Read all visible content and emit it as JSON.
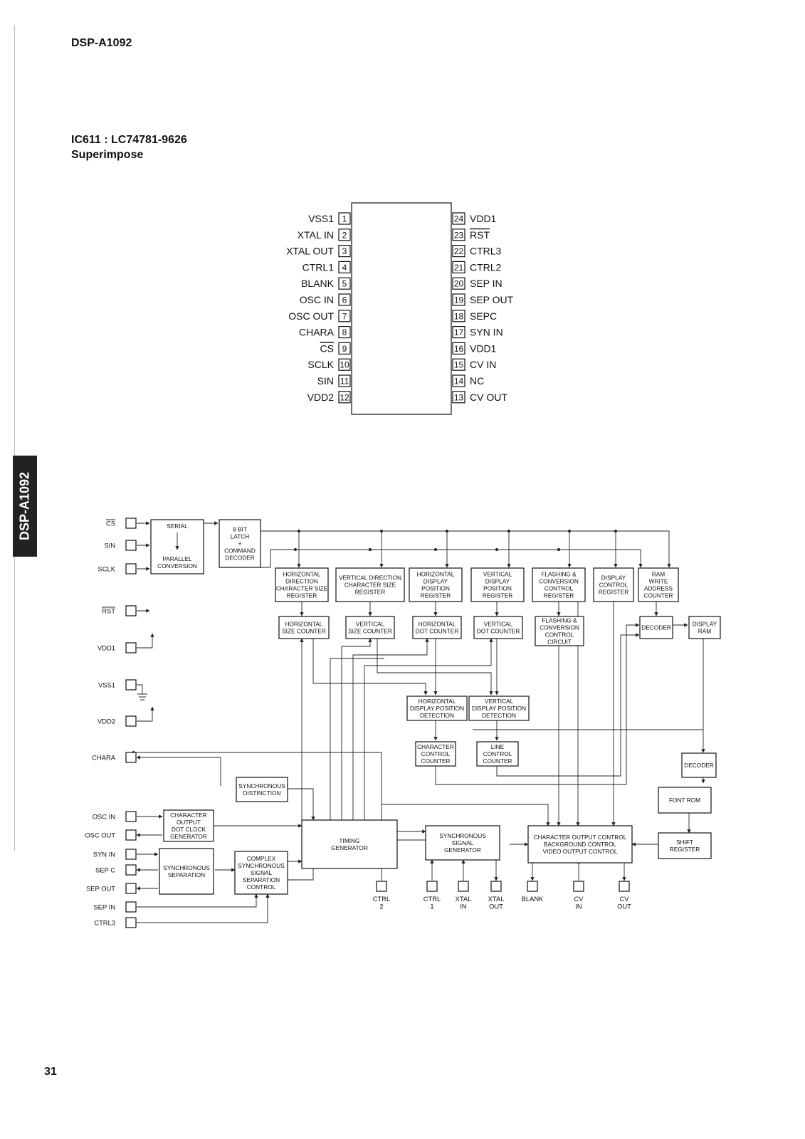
{
  "header": {
    "model": "DSP-A1092"
  },
  "ic": {
    "ref": "IC611 : LC74781-9626",
    "function": "Superimpose"
  },
  "side_tab": {
    "label": "DSP-A1092"
  },
  "page_number": "31",
  "pinout": {
    "left": [
      {
        "num": "1",
        "name": "VSS1"
      },
      {
        "num": "2",
        "name": "XTAL IN"
      },
      {
        "num": "3",
        "name": "XTAL OUT"
      },
      {
        "num": "4",
        "name": "CTRL1"
      },
      {
        "num": "5",
        "name": "BLANK"
      },
      {
        "num": "6",
        "name": "OSC IN"
      },
      {
        "num": "7",
        "name": "OSC OUT"
      },
      {
        "num": "8",
        "name": "CHARA"
      },
      {
        "num": "9",
        "name": "CS",
        "overline": true
      },
      {
        "num": "10",
        "name": "SCLK"
      },
      {
        "num": "11",
        "name": "SIN"
      },
      {
        "num": "12",
        "name": "VDD2"
      }
    ],
    "right": [
      {
        "num": "24",
        "name": "VDD1"
      },
      {
        "num": "23",
        "name": "RST",
        "overline": true
      },
      {
        "num": "22",
        "name": "CTRL3"
      },
      {
        "num": "21",
        "name": "CTRL2"
      },
      {
        "num": "20",
        "name": "SEP IN"
      },
      {
        "num": "19",
        "name": "SEP OUT"
      },
      {
        "num": "18",
        "name": "SEPC"
      },
      {
        "num": "17",
        "name": "SYN IN"
      },
      {
        "num": "16",
        "name": "VDD1"
      },
      {
        "num": "15",
        "name": "CV IN"
      },
      {
        "num": "14",
        "name": "NC"
      },
      {
        "num": "13",
        "name": "CV OUT"
      }
    ]
  },
  "block_diagram": {
    "pins_left": [
      {
        "id": "cs",
        "name": "CS",
        "overline": true
      },
      {
        "id": "sin",
        "name": "SIN"
      },
      {
        "id": "sclk",
        "name": "SCLK"
      },
      {
        "id": "rst",
        "name": "RST",
        "overline": true
      },
      {
        "id": "vdd1",
        "name": "VDD1"
      },
      {
        "id": "vss1",
        "name": "VSS1"
      },
      {
        "id": "vdd2",
        "name": "VDD2"
      },
      {
        "id": "chara",
        "name": "CHARA"
      },
      {
        "id": "oscin",
        "name": "OSC IN"
      },
      {
        "id": "oscout",
        "name": "OSC OUT"
      },
      {
        "id": "synin",
        "name": "SYN IN"
      },
      {
        "id": "sepc",
        "name": "SEP C"
      },
      {
        "id": "sepout",
        "name": "SEP OUT"
      },
      {
        "id": "sepin",
        "name": "SEP IN"
      },
      {
        "id": "ctrl3",
        "name": "CTRL3"
      }
    ],
    "pins_bottom": [
      {
        "id": "ctrl2",
        "lines": [
          "CTRL",
          "2"
        ]
      },
      {
        "id": "ctrl1",
        "lines": [
          "CTRL",
          "1"
        ]
      },
      {
        "id": "xtalin",
        "lines": [
          "XTAL",
          "IN"
        ]
      },
      {
        "id": "xtalout",
        "lines": [
          "XTAL",
          "OUT"
        ]
      },
      {
        "id": "blank",
        "lines": [
          "BLANK"
        ]
      },
      {
        "id": "cvin",
        "lines": [
          "CV",
          "IN"
        ]
      },
      {
        "id": "cvout",
        "lines": [
          "CV",
          "OUT"
        ]
      }
    ],
    "blocks": [
      {
        "id": "serial",
        "lines": [
          "SERIAL",
          "PARALLEL",
          "CONVERSION"
        ]
      },
      {
        "id": "latch",
        "lines": [
          "8 BIT",
          "LATCH",
          "+",
          "COMMAND",
          "DECODER"
        ]
      },
      {
        "id": "hdir",
        "lines": [
          "HORIZONTAL",
          "DIRECTION",
          "CHARACTER SIZE",
          "REGISTER"
        ]
      },
      {
        "id": "vdir",
        "lines": [
          "VERTICAL DIRECTION",
          "CHARACTER SIZE",
          "REGISTER"
        ]
      },
      {
        "id": "hdisp",
        "lines": [
          "HORIZONTAL",
          "DISPLAY",
          "POSITION",
          "REGISTER"
        ]
      },
      {
        "id": "vdisp",
        "lines": [
          "VERTICAL",
          "DISPLAY",
          "POSITION",
          "REGISTER"
        ]
      },
      {
        "id": "flashreg",
        "lines": [
          "FLASHING &",
          "CONVERSION",
          "CONTROL",
          "REGISTER"
        ]
      },
      {
        "id": "dispctl",
        "lines": [
          "DISPLAY",
          "CONTROL",
          "REGISTER"
        ]
      },
      {
        "id": "ramwrite",
        "lines": [
          "RAM",
          "WRITE",
          "ADDRESS",
          "COUNTER"
        ]
      },
      {
        "id": "hsize",
        "lines": [
          "HORIZONTAL",
          "SIZE COUNTER"
        ]
      },
      {
        "id": "vsize",
        "lines": [
          "VERTICAL",
          "SIZE COUNTER"
        ]
      },
      {
        "id": "hdot",
        "lines": [
          "HORIZONTAL",
          "DOT COUNTER"
        ]
      },
      {
        "id": "vdot",
        "lines": [
          "VERTICAL",
          "DOT COUNTER"
        ]
      },
      {
        "id": "flashcirc",
        "lines": [
          "FLASHING &",
          "CONVERSION",
          "CONTROL",
          "CIRCUIT"
        ]
      },
      {
        "id": "decoder1",
        "lines": [
          "DECODER"
        ]
      },
      {
        "id": "dispram",
        "lines": [
          "DISPLAY",
          "RAM"
        ]
      },
      {
        "id": "hdet",
        "lines": [
          "HORIZONTAL",
          "DISPLAY POSITION",
          "DETECTION"
        ]
      },
      {
        "id": "vdet",
        "lines": [
          "VERTICAL",
          "DISPLAY POSITION",
          "DETECTION"
        ]
      },
      {
        "id": "charctr",
        "lines": [
          "CHARACTER",
          "CONTROL",
          "COUNTER"
        ]
      },
      {
        "id": "linectr",
        "lines": [
          "LINE",
          "CONTROL",
          "COUNTER"
        ]
      },
      {
        "id": "decoder2",
        "lines": [
          "DECODER"
        ]
      },
      {
        "id": "fontrom",
        "lines": [
          "FONT ROM"
        ]
      },
      {
        "id": "syncdist",
        "lines": [
          "SYNCHRONOUS",
          "DISTINCTION"
        ]
      },
      {
        "id": "dotclk",
        "lines": [
          "CHARACTER",
          "OUTPUT",
          "DOT CLOCK",
          "GENERATOR"
        ]
      },
      {
        "id": "syncsep",
        "lines": [
          "SYNCHRONOUS",
          "SEPARATION"
        ]
      },
      {
        "id": "complex",
        "lines": [
          "COMPLEX",
          "SYNCHRONOUS",
          "SIGNAL",
          "SEPARATION",
          "CONTROL"
        ]
      },
      {
        "id": "timing",
        "lines": [
          "TIMING",
          "GENERATOR"
        ]
      },
      {
        "id": "syncgen",
        "lines": [
          "SYNCHRONOUS",
          "SIGNAL",
          "GENERATOR"
        ]
      },
      {
        "id": "charout",
        "lines": [
          "CHARACTER OUTPUT CONTROL",
          "BACKGROUND CONTROL",
          "VIDEO OUTPUT CONTROL"
        ]
      },
      {
        "id": "shiftreg",
        "lines": [
          "SHIFT",
          "REGISTER"
        ]
      }
    ]
  }
}
